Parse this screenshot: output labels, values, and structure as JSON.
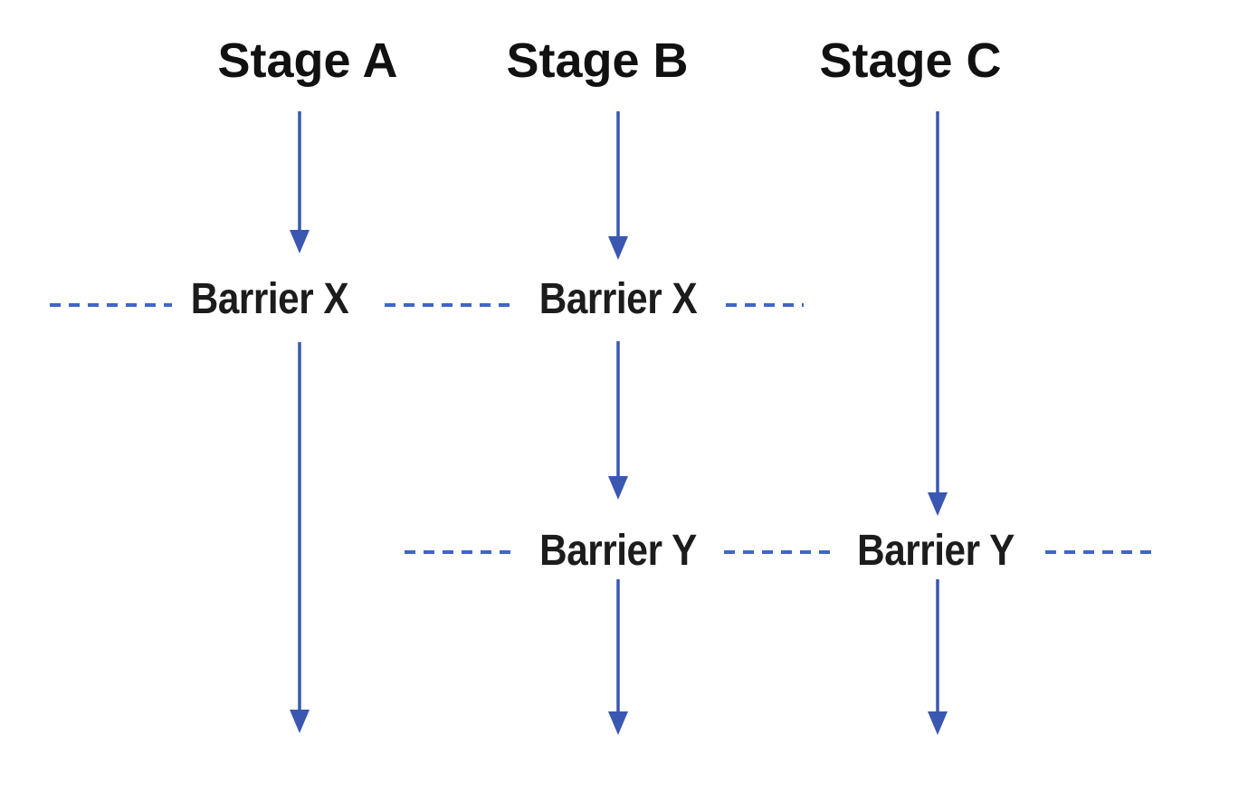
{
  "diagram": {
    "stages": [
      {
        "label": "Stage A"
      },
      {
        "label": "Stage B"
      },
      {
        "label": "Stage C"
      }
    ],
    "barrier_x": {
      "labels": [
        "Barrier X",
        "Barrier X"
      ]
    },
    "barrier_y": {
      "labels": [
        "Barrier Y",
        "Barrier Y"
      ]
    },
    "colors": {
      "arrow": "#3a57b2",
      "dash": "#4165c8",
      "label_text": "#111111",
      "background": "#ffffff"
    }
  }
}
